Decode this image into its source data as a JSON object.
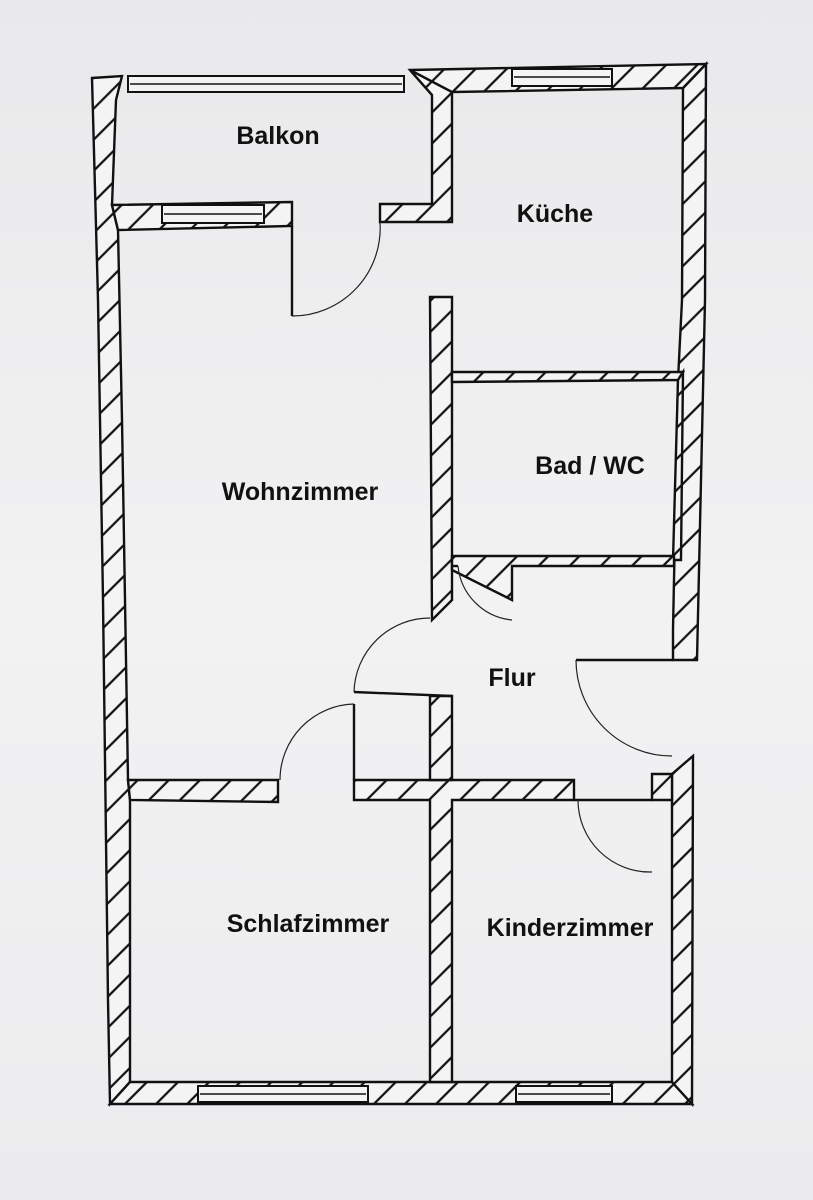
{
  "floor_plan": {
    "rooms": {
      "balkon": "Balkon",
      "kueche": "Küche",
      "bad_wc": "Bad / WC",
      "wohnzimmer": "Wohnzimmer",
      "flur": "Flur",
      "schlafzimmer": "Schlafzimmer",
      "kinderzimmer": "Kinderzimmer"
    }
  },
  "colors": {
    "line": "#111111",
    "background": "#efeff0"
  }
}
